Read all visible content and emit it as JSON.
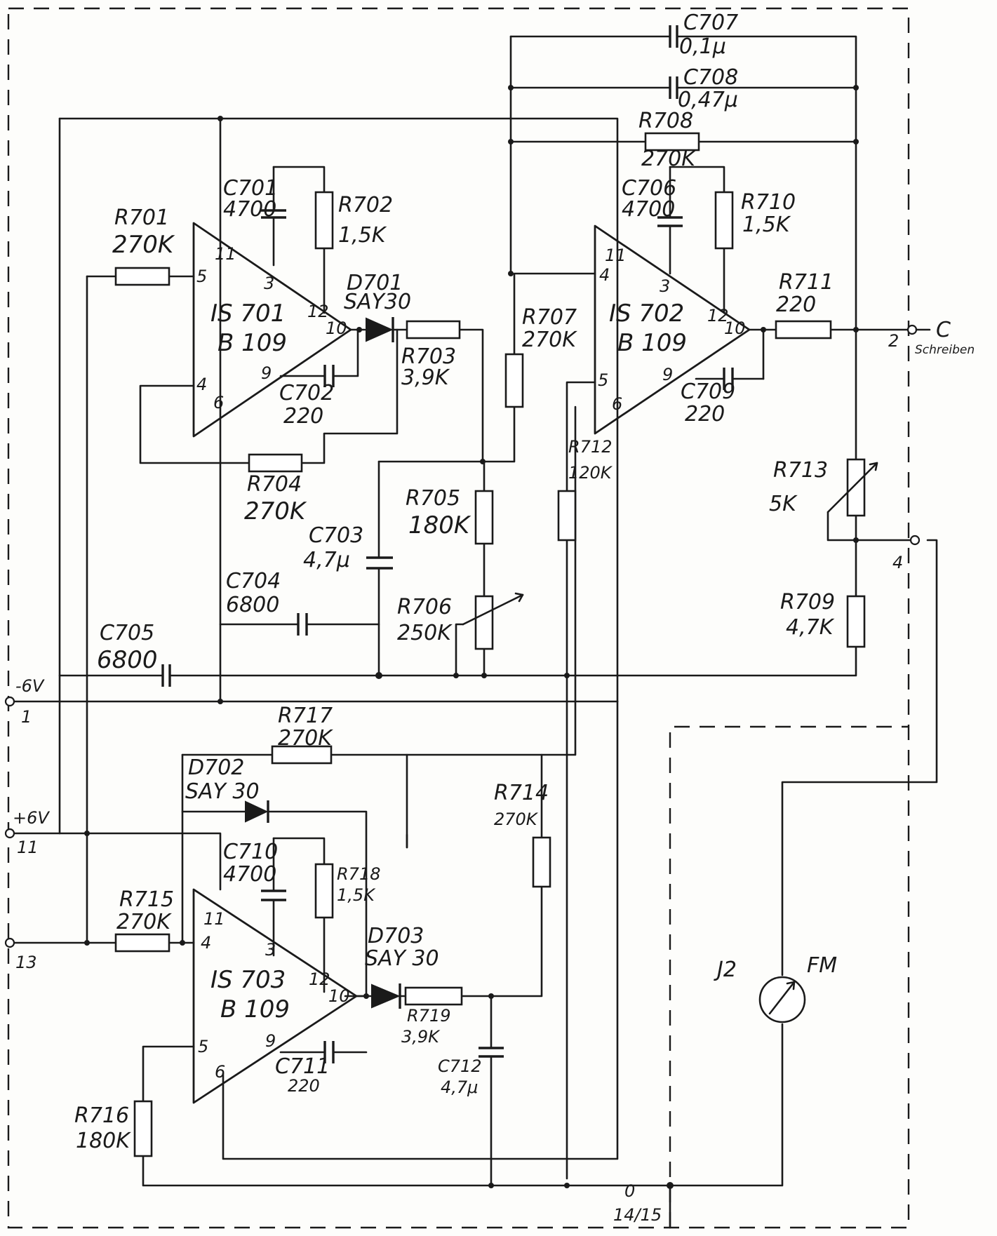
{
  "components": {
    "r701": {
      "ref": "R701",
      "value": "270K"
    },
    "r702": {
      "ref": "R702",
      "value": "1,5K"
    },
    "r703": {
      "ref": "R703",
      "value": "3,9K"
    },
    "r704": {
      "ref": "R704",
      "value": "270K"
    },
    "r705": {
      "ref": "R705",
      "value": "180K"
    },
    "r706": {
      "ref": "R706",
      "value": "250K"
    },
    "r707": {
      "ref": "R707",
      "value": "270K"
    },
    "r708": {
      "ref": "R708",
      "value": "270K"
    },
    "r709": {
      "ref": "R709",
      "value": "4,7K"
    },
    "r710": {
      "ref": "R710",
      "value": "1,5K"
    },
    "r711": {
      "ref": "R711",
      "value": "220"
    },
    "r712": {
      "ref": "R712",
      "value": "120K"
    },
    "r713": {
      "ref": "R713",
      "value": "5K"
    },
    "r714": {
      "ref": "R714",
      "value": "270K"
    },
    "r715": {
      "ref": "R715",
      "value": "270K"
    },
    "r716": {
      "ref": "R716",
      "value": "180K"
    },
    "r717": {
      "ref": "R717",
      "value": "270K"
    },
    "r718": {
      "ref": "R718",
      "value": "1,5K"
    },
    "r719": {
      "ref": "R719",
      "value": "3,9K"
    },
    "c701": {
      "ref": "C701",
      "value": "4700"
    },
    "c702": {
      "ref": "C702",
      "value": "220"
    },
    "c703": {
      "ref": "C703",
      "value": "4,7μ"
    },
    "c704": {
      "ref": "C704",
      "value": "6800"
    },
    "c705": {
      "ref": "C705",
      "value": "6800"
    },
    "c706": {
      "ref": "C706",
      "value": "4700"
    },
    "c707": {
      "ref": "C707",
      "value": "0,1μ"
    },
    "c708": {
      "ref": "C708",
      "value": "0,47μ"
    },
    "c709": {
      "ref": "C709",
      "value": "220"
    },
    "c710": {
      "ref": "C710",
      "value": "4700"
    },
    "c711": {
      "ref": "C711",
      "value": "220"
    },
    "c712": {
      "ref": "C712",
      "value": "4,7μ"
    },
    "d701": {
      "ref": "D701",
      "type": "SAY30"
    },
    "d702": {
      "ref": "D702",
      "type": "SAY 30"
    },
    "d703": {
      "ref": "D703",
      "type": "SAY 30"
    },
    "is701": {
      "ref": "IS 701",
      "type": "B 109"
    },
    "is702": {
      "ref": "IS 702",
      "type": "B 109"
    },
    "is703": {
      "ref": "IS 703",
      "type": "B 109"
    },
    "meter": {
      "ref": "J2",
      "label": "FM"
    }
  },
  "pins": {
    "p11": "11",
    "p3": "3",
    "p12": "12",
    "p10": "10",
    "p9": "9",
    "p4": "4",
    "p5": "5",
    "p6": "6"
  },
  "terminals": {
    "neg6v_label": "-6V",
    "neg6v_num": "1",
    "pos6v_label": "+6V",
    "pos6v_num": "11",
    "in13_num": "13",
    "out_c_letter": "C",
    "out_c_num": "2",
    "out_c_label": "Schreiben",
    "tap4_num": "4",
    "ground_mark": "0",
    "ground_num": "14/15"
  },
  "icons": [
    "resistor-icon",
    "capacitor-icon",
    "diode-icon",
    "potentiometer-icon",
    "op-amp-icon",
    "meter-icon",
    "terminal-icon"
  ]
}
